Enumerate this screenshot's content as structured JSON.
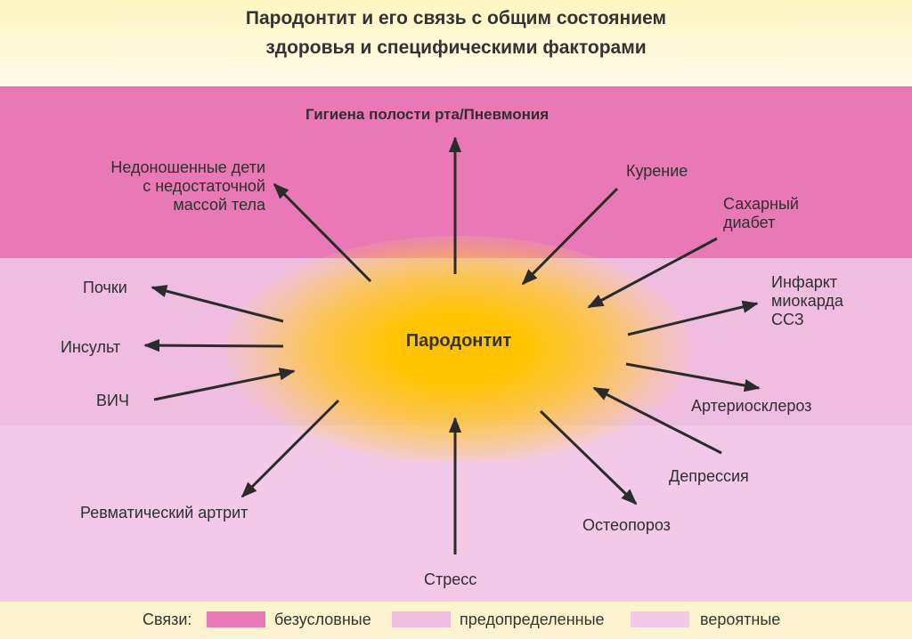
{
  "title": {
    "line1": "Пародонтит  и его связь с общим состоянием",
    "line2": "здоровья и специфическими факторами"
  },
  "center": "Пародонтит",
  "labels": {
    "hygiene": "Гигиена полости рта/Пневмония",
    "premature": [
      "Недоношенные дети",
      "с недостаточной",
      "массой тела"
    ],
    "smoking": "Курение",
    "diabetes": [
      "Сахарный",
      "диабет"
    ],
    "infarction": [
      "Инфаркт",
      "миокарда",
      "ССЗ"
    ],
    "kidneys": "Почки",
    "stroke": "Инсульт",
    "hiv": "ВИЧ",
    "arteriosclerosis": "Артериосклероз",
    "depression": "Депрессия",
    "rheumatoid": "Ревматический артрит",
    "osteoporosis": "Остеопороз",
    "stress": "Стресс"
  },
  "legend": {
    "title": "Связи:",
    "items": [
      {
        "label": "безусловные",
        "color": "#e879b6"
      },
      {
        "label": "предопределенные",
        "color": "#efbde0"
      },
      {
        "label": "вероятные",
        "color": "#f2c9e6"
      }
    ]
  },
  "colors": {
    "band_unconditional": "#e879b6",
    "band_predetermined": "#efbde0",
    "band_probable": "#f2c9e6",
    "center": "#ffc400",
    "arrow": "#2b2b2b"
  }
}
